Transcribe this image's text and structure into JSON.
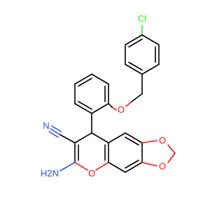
{
  "molecule": {
    "atom_labels": {
      "chlorine": "Cl",
      "nitrile_n": "N",
      "amine": "H2N",
      "ether_o": "O",
      "dioxole_o_upper": "O",
      "dioxole_o_lower": "O",
      "pyran_o": "O"
    },
    "colors": {
      "bond": "#000000",
      "oxygen": "#ff0d0d",
      "nitrogen": "#3050f8",
      "chlorine": "#1ff01f",
      "background": "#ffffff"
    }
  }
}
